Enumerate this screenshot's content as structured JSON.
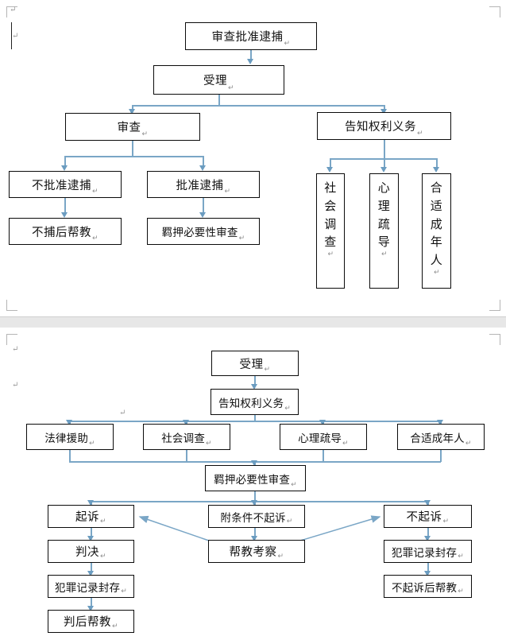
{
  "document": {
    "type": "word-document",
    "page_count": 2,
    "paragraph_mark": "↵",
    "colors": {
      "connector": "#7aa6c6",
      "arrowhead": "#6b9cc0",
      "box_border": "#0b0b0b",
      "page_background": "#ffffff",
      "page_gap": "#e7e7e7"
    }
  },
  "chart_data": [
    {
      "type": "flowchart",
      "title": "审查批准逮捕",
      "nodes": [
        {
          "id": "n1",
          "label": "审查批准逮捕",
          "orientation": "horizontal"
        },
        {
          "id": "n2",
          "label": "受理",
          "orientation": "horizontal"
        },
        {
          "id": "n3",
          "label": "审查",
          "orientation": "horizontal"
        },
        {
          "id": "n4",
          "label": "告知权利义务",
          "orientation": "horizontal"
        },
        {
          "id": "n5",
          "label": "不批准逮捕",
          "orientation": "horizontal"
        },
        {
          "id": "n6",
          "label": "批准逮捕",
          "orientation": "horizontal"
        },
        {
          "id": "n7",
          "label": "不捕后帮教",
          "orientation": "horizontal"
        },
        {
          "id": "n8",
          "label": "羁押必要性审查",
          "orientation": "horizontal"
        },
        {
          "id": "n9",
          "label": "社会调查",
          "orientation": "vertical"
        },
        {
          "id": "n10",
          "label": "心理疏导",
          "orientation": "vertical"
        },
        {
          "id": "n11",
          "label": "合适成年人",
          "orientation": "vertical"
        }
      ],
      "edges": [
        {
          "from": "n1",
          "to": "n2"
        },
        {
          "from": "n2",
          "to": "n3"
        },
        {
          "from": "n2",
          "to": "n4"
        },
        {
          "from": "n3",
          "to": "n5"
        },
        {
          "from": "n3",
          "to": "n6"
        },
        {
          "from": "n5",
          "to": "n7"
        },
        {
          "from": "n6",
          "to": "n8"
        },
        {
          "from": "n4",
          "to": "n9"
        },
        {
          "from": "n4",
          "to": "n10"
        },
        {
          "from": "n4",
          "to": "n11"
        }
      ]
    },
    {
      "type": "flowchart",
      "title": "受理",
      "nodes": [
        {
          "id": "m1",
          "label": "受理",
          "orientation": "horizontal"
        },
        {
          "id": "m2",
          "label": "告知权利义务",
          "orientation": "horizontal"
        },
        {
          "id": "m3",
          "label": "法律援助",
          "orientation": "horizontal"
        },
        {
          "id": "m4",
          "label": "社会调查",
          "orientation": "horizontal"
        },
        {
          "id": "m5",
          "label": "心理疏导",
          "orientation": "horizontal"
        },
        {
          "id": "m6",
          "label": "合适成年人",
          "orientation": "horizontal"
        },
        {
          "id": "m7",
          "label": "羁押必要性审查",
          "orientation": "horizontal"
        },
        {
          "id": "m8",
          "label": "起诉",
          "orientation": "horizontal"
        },
        {
          "id": "m9",
          "label": "附条件不起诉",
          "orientation": "horizontal"
        },
        {
          "id": "m10",
          "label": "不起诉",
          "orientation": "horizontal"
        },
        {
          "id": "m11",
          "label": "判决",
          "orientation": "horizontal"
        },
        {
          "id": "m12",
          "label": "帮教考察",
          "orientation": "horizontal"
        },
        {
          "id": "m13",
          "label": "犯罪记录封存",
          "orientation": "horizontal"
        },
        {
          "id": "m14",
          "label": "犯罪记录封存",
          "orientation": "horizontal"
        },
        {
          "id": "m15",
          "label": "不起诉后帮教",
          "orientation": "horizontal"
        },
        {
          "id": "m16",
          "label": "判后帮教",
          "orientation": "horizontal"
        }
      ],
      "edges": [
        {
          "from": "m1",
          "to": "m2"
        },
        {
          "from": "m2",
          "to": "m3"
        },
        {
          "from": "m2",
          "to": "m4"
        },
        {
          "from": "m2",
          "to": "m5"
        },
        {
          "from": "m2",
          "to": "m6"
        },
        {
          "from": "m3",
          "to": "m7"
        },
        {
          "from": "m4",
          "to": "m7"
        },
        {
          "from": "m5",
          "to": "m7"
        },
        {
          "from": "m6",
          "to": "m7"
        },
        {
          "from": "m7",
          "to": "m8"
        },
        {
          "from": "m7",
          "to": "m9"
        },
        {
          "from": "m7",
          "to": "m10"
        },
        {
          "from": "m8",
          "to": "m11"
        },
        {
          "from": "m9",
          "to": "m12"
        },
        {
          "from": "m10",
          "to": "m14"
        },
        {
          "from": "m11",
          "to": "m13"
        },
        {
          "from": "m13",
          "to": "m16"
        },
        {
          "from": "m14",
          "to": "m15"
        },
        {
          "from": "m12",
          "to": "m8",
          "style": "diagonal"
        },
        {
          "from": "m12",
          "to": "m10",
          "style": "diagonal"
        }
      ]
    }
  ]
}
